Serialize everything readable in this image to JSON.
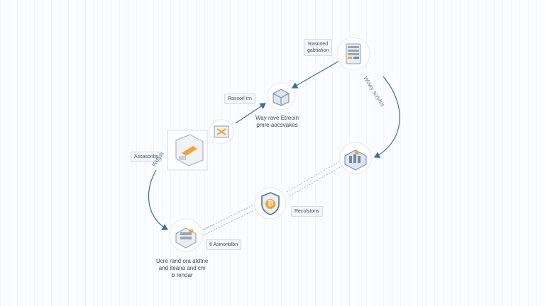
{
  "nodes": {
    "top_right": {
      "label": "Rasoned\ngabtiation",
      "arc_text": "Wowy sc/yh/s"
    },
    "middle": {
      "label": "Rassorl trn",
      "caption": "Way rave Etreoin\npmre aocsvakes"
    },
    "left": {
      "label": "Ascasonbs",
      "arc_text": "Wdlyls"
    },
    "right_lower": {},
    "shield": {
      "label": "Recolstons",
      "symbol": "₿"
    },
    "bottom_left": {
      "label": "¢ Asinonblbn",
      "caption": "Ucre rand ora atdtne\nand iteana and cm\nb renoar"
    }
  },
  "colors": {
    "arrow": "#3f6f92",
    "accent": "#f2a43a",
    "dotted": "#9fb4c8"
  }
}
